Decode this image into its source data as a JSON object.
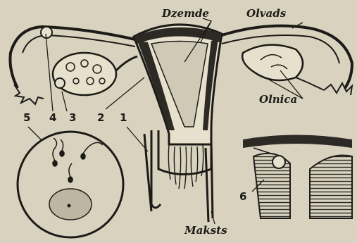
{
  "labels": {
    "dzemde": "Dzemde",
    "olvads": "Olvads",
    "olnica": "Olnica",
    "maksts": "Maksts"
  },
  "numbers": {
    "n1": "1",
    "n2": "2",
    "n3": "3",
    "n4": "4",
    "n5": "5",
    "n6": "6"
  },
  "colors": {
    "paper": "#d8d2bf",
    "ink": "#1d1b17",
    "shade": "#3a3630"
  }
}
